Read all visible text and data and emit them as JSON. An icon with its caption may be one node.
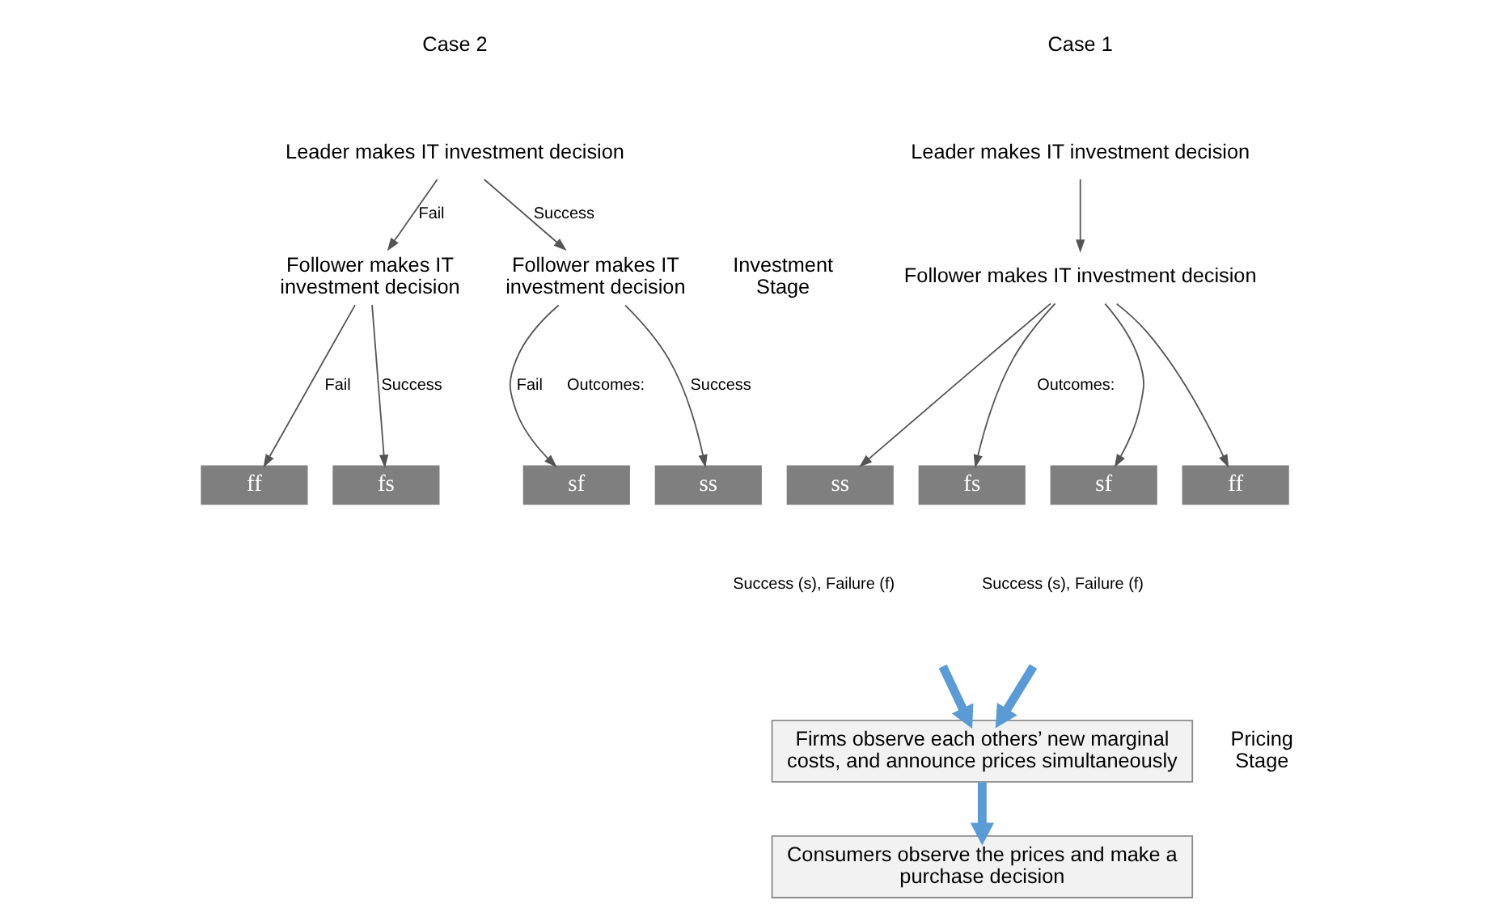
{
  "diagram": {
    "nodes": [
      {
        "text": [
          "Leader makes IT investment decision"
        ]
      },
      {
        "text": [
          "Follower makes IT investment decision"
        ]
      },
      {
        "text": [
          "ss"
        ]
      },
      {
        "text": [
          "sf"
        ]
      },
      {
        "text": [
          "fs"
        ]
      },
      {
        "text": [
          "ff"
        ]
      },
      {
        "text": [
          "Leader makes IT investment decision"
        ]
      },
      {
        "text": [
          "Follower makes IT investment decision"
        ]
      },
      {
        "text": [
          "Follower makes IT investment decision"
        ]
      },
      {
        "text": [
          "ss"
        ]
      },
      {
        "text": [
          "sf"
        ]
      },
      {
        "text": [
          "fs"
        ]
      },
      {
        "text": [
          "ff"
        ]
      },
      {
        "text": [
          "Firms observe each others’ new marginal costs, and announce prices simultaneously"
        ]
      },
      {
        "text": [
          "Consumers observe the prices and make a purchase decision"
        ]
      }
    ],
    "edges": [
      {
        "from": 0,
        "to": 1,
        "arrow": "to"
      },
      {
        "from": 1,
        "to": 2,
        "arrow": "to"
      },
      {
        "from": 1,
        "to": 3,
        "arrow": "to"
      },
      {
        "from": 1,
        "to": 4,
        "arrow": "to"
      },
      {
        "from": 1,
        "to": 5,
        "arrow": "to"
      },
      {
        "from": 6,
        "to": 7,
        "arrow": "to",
        "label": "Success"
      },
      {
        "from": 6,
        "to": 8,
        "arrow": "to",
        "label": "Fail"
      },
      {
        "from": 7,
        "to": 9,
        "arrow": "to",
        "label": "Success"
      },
      {
        "from": 7,
        "to": 10,
        "arrow": "to",
        "label": "Fail"
      },
      {
        "from": 8,
        "to": 11,
        "arrow": "to",
        "label": "Success"
      },
      {
        "from": 8,
        "to": 12,
        "arrow": "to",
        "label": "Fail"
      },
      {
        "from": null,
        "to": 13,
        "arrow": "to",
        "style": "thick",
        "color": "#5b9bd5"
      },
      {
        "from": null,
        "to": 13,
        "arrow": "to",
        "style": "thick",
        "color": "#5b9bd5"
      },
      {
        "from": 13,
        "to": 14,
        "arrow": "to",
        "style": "thick",
        "color": "#5b9bd5"
      }
    ],
    "labels": [
      "Case 1",
      "Case 2",
      "Investment Stage",
      "Pricing Stage",
      "Outcomes:",
      "Success (s), Failure (f)",
      "Outcomes:",
      "Success (s), Failure (f)"
    ]
  }
}
